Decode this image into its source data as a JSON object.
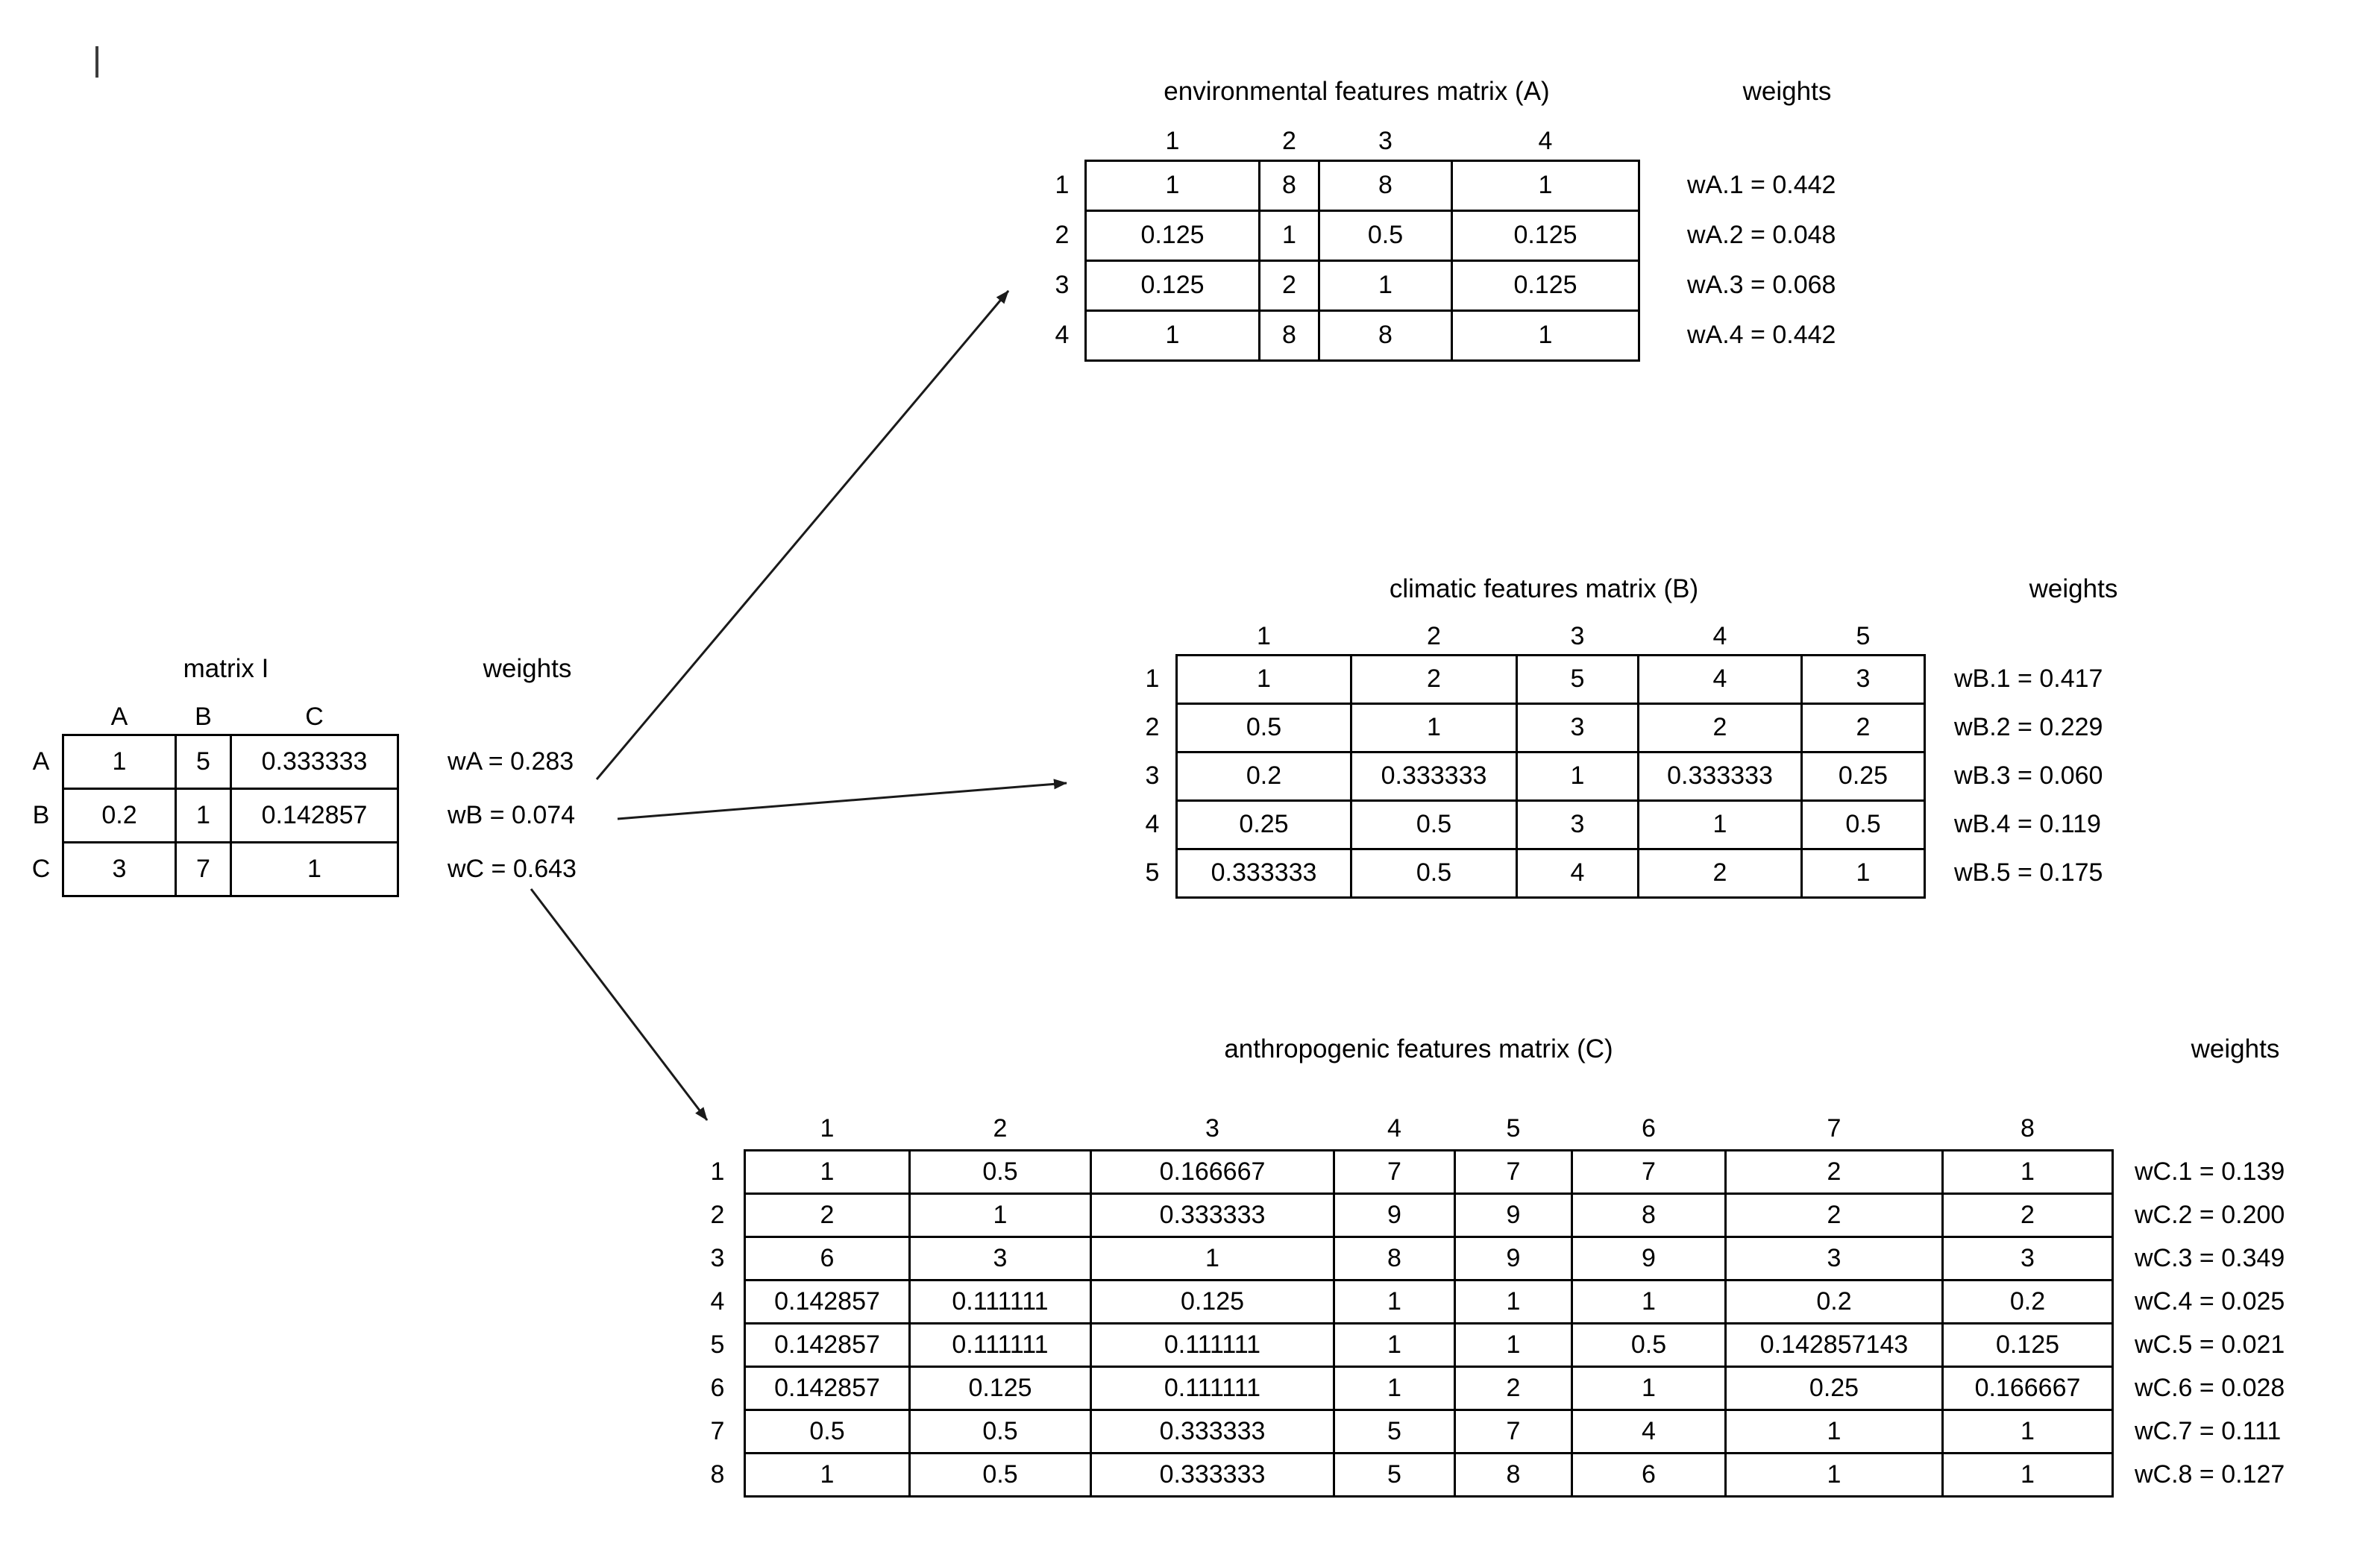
{
  "matrix_I": {
    "title": "matrix I",
    "weights_title": "weights",
    "col_headers": [
      "A",
      "B",
      "C"
    ],
    "row_headers": [
      "A",
      "B",
      "C"
    ],
    "rows": [
      [
        "1",
        "5",
        "0.333333"
      ],
      [
        "0.2",
        "1",
        "0.142857"
      ],
      [
        "3",
        "7",
        "1"
      ]
    ],
    "weights": [
      "wA = 0.283",
      "wB = 0.074",
      "wC = 0.643"
    ]
  },
  "matrix_A": {
    "title": "environmental features matrix (A)",
    "weights_title": "weights",
    "col_headers": [
      "1",
      "2",
      "3",
      "4"
    ],
    "row_headers": [
      "1",
      "2",
      "3",
      "4"
    ],
    "rows": [
      [
        "1",
        "8",
        "8",
        "1"
      ],
      [
        "0.125",
        "1",
        "0.5",
        "0.125"
      ],
      [
        "0.125",
        "2",
        "1",
        "0.125"
      ],
      [
        "1",
        "8",
        "8",
        "1"
      ]
    ],
    "weights": [
      "wA.1 = 0.442",
      "wA.2 = 0.048",
      "wA.3 = 0.068",
      "wA.4 = 0.442"
    ]
  },
  "matrix_B": {
    "title": "climatic features matrix (B)",
    "weights_title": "weights",
    "col_headers": [
      "1",
      "2",
      "3",
      "4",
      "5"
    ],
    "row_headers": [
      "1",
      "2",
      "3",
      "4",
      "5"
    ],
    "rows": [
      [
        "1",
        "2",
        "5",
        "4",
        "3"
      ],
      [
        "0.5",
        "1",
        "3",
        "2",
        "2"
      ],
      [
        "0.2",
        "0.333333",
        "1",
        "0.333333",
        "0.25"
      ],
      [
        "0.25",
        "0.5",
        "3",
        "1",
        "0.5"
      ],
      [
        "0.333333",
        "0.5",
        "4",
        "2",
        "1"
      ]
    ],
    "weights": [
      "wB.1 = 0.417",
      "wB.2 = 0.229",
      "wB.3 = 0.060",
      "wB.4 = 0.119",
      "wB.5 = 0.175"
    ]
  },
  "matrix_C": {
    "title": "anthropogenic features matrix (C)",
    "weights_title": "weights",
    "col_headers": [
      "1",
      "2",
      "3",
      "4",
      "5",
      "6",
      "7",
      "8"
    ],
    "row_headers": [
      "1",
      "2",
      "3",
      "4",
      "5",
      "6",
      "7",
      "8"
    ],
    "rows": [
      [
        "1",
        "0.5",
        "0.166667",
        "7",
        "7",
        "7",
        "2",
        "1"
      ],
      [
        "2",
        "1",
        "0.333333",
        "9",
        "9",
        "8",
        "2",
        "2"
      ],
      [
        "6",
        "3",
        "1",
        "8",
        "9",
        "9",
        "3",
        "3"
      ],
      [
        "0.142857",
        "0.111111",
        "0.125",
        "1",
        "1",
        "1",
        "0.2",
        "0.2"
      ],
      [
        "0.142857",
        "0.111111",
        "0.111111",
        "1",
        "1",
        "0.5",
        "0.142857143",
        "0.125"
      ],
      [
        "0.142857",
        "0.125",
        "0.111111",
        "1",
        "2",
        "1",
        "0.25",
        "0.166667"
      ],
      [
        "0.5",
        "0.5",
        "0.333333",
        "5",
        "7",
        "4",
        "1",
        "1"
      ],
      [
        "1",
        "0.5",
        "0.333333",
        "5",
        "8",
        "6",
        "1",
        "1"
      ]
    ],
    "weights": [
      "wC.1 = 0.139",
      "wC.2 = 0.200",
      "wC.3 = 0.349",
      "wC.4 = 0.025",
      "wC.5 = 0.021",
      "wC.6 = 0.028",
      "wC.7 = 0.111",
      "wC.8 = 0.127"
    ]
  },
  "arrows": [
    {
      "from": "wA = 0.283",
      "to": "environmental features matrix (A)"
    },
    {
      "from": "wB = 0.074",
      "to": "climatic features matrix (B)"
    },
    {
      "from": "wC = 0.643",
      "to": "anthropogenic features matrix (C)"
    }
  ],
  "colors": {
    "line": "#1a1a1a",
    "text": "#000000",
    "background": "#ffffff"
  }
}
